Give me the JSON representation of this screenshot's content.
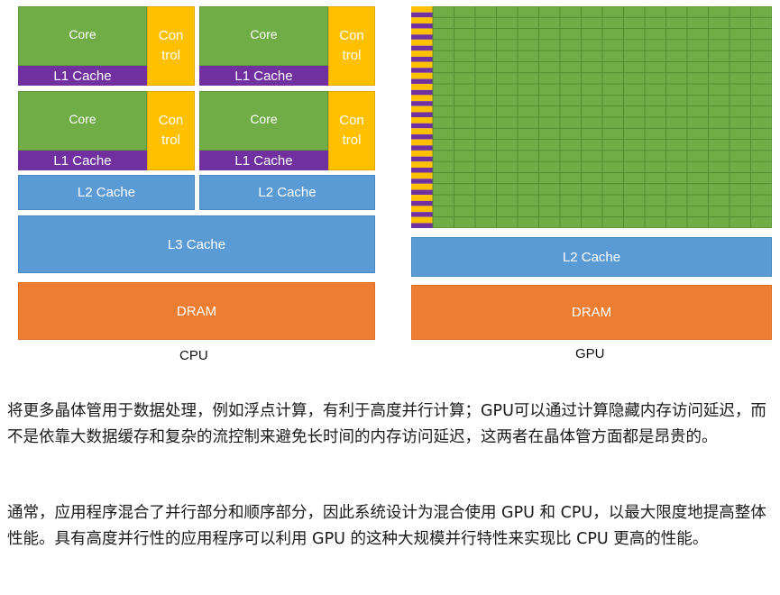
{
  "cpu": {
    "core_label": "Core",
    "control_label": "Con\ntrol",
    "l1_label": "L1 Cache",
    "l2_label": "L2 Cache",
    "l3_label": "L3 Cache",
    "dram_label": "DRAM",
    "caption": "CPU"
  },
  "gpu": {
    "l2_label": "L2 Cache",
    "dram_label": "DRAM",
    "caption": "GPU"
  },
  "colors": {
    "core": "#70ad47",
    "control": "#ffc000",
    "l1": "#7030a0",
    "cache": "#5b9bd5",
    "dram": "#ed7d31"
  },
  "text": {
    "paragraph_1": "将更多晶体管用于数据处理，例如浮点计算，有利于高度并行计算；GPU可以通过计算隐藏内存访问延迟，而不是依靠大数据缓存和复杂的流控制来避免长时间的内存访问延迟，这两者在晶体管方面都是昂贵的。",
    "paragraph_2": "通常，应用程序混合了并行部分和顺序部分，因此系统设计为混合使用 GPU 和 CPU，以最大限度地提高整体性能。具有高度并行性的应用程序可以利用 GPU 的这种大规模并行特性来实现比 CPU 更高的性能。"
  }
}
